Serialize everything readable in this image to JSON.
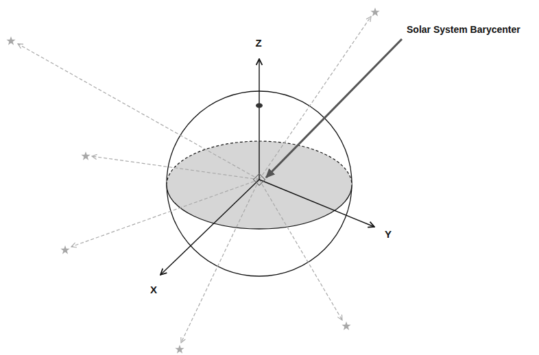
{
  "diagram": {
    "labels": [
      "Z",
      "Y",
      "X",
      "Solar System Barycenter"
    ]
  }
}
